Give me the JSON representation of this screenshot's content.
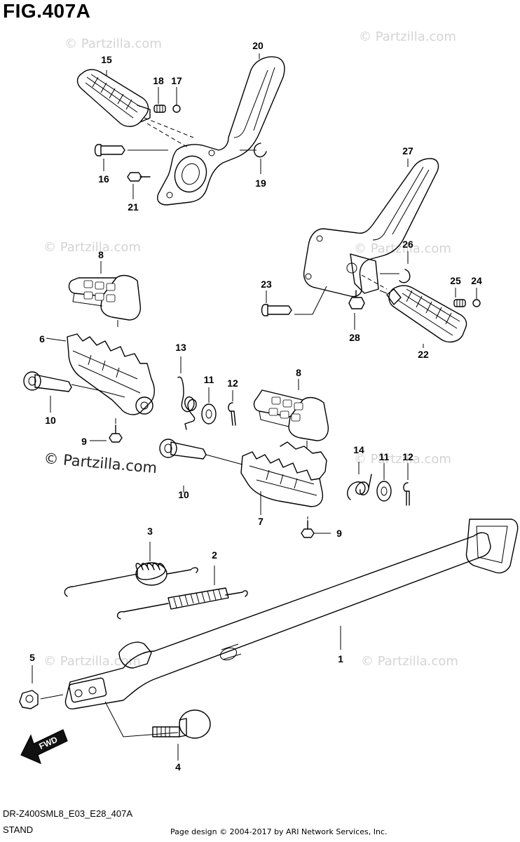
{
  "figure": {
    "title": "FIG.407A",
    "model_code": "DR-Z400SML8_E03_E28_407A",
    "section": "STAND",
    "copyright": "Page design © 2004-2017 by ARI Network Services, Inc."
  },
  "watermark": {
    "text": "© Partzilla.com",
    "prominent_text": "© Partzilla.com"
  },
  "direction_arrow": {
    "label": "FWD"
  },
  "callouts": [
    "1",
    "2",
    "3",
    "4",
    "5",
    "6",
    "7",
    "8",
    "8",
    "9",
    "9",
    "10",
    "10",
    "11",
    "11",
    "12",
    "12",
    "13",
    "14",
    "15",
    "16",
    "17",
    "18",
    "19",
    "20",
    "21",
    "22",
    "23",
    "24",
    "25",
    "26",
    "27",
    "28"
  ]
}
